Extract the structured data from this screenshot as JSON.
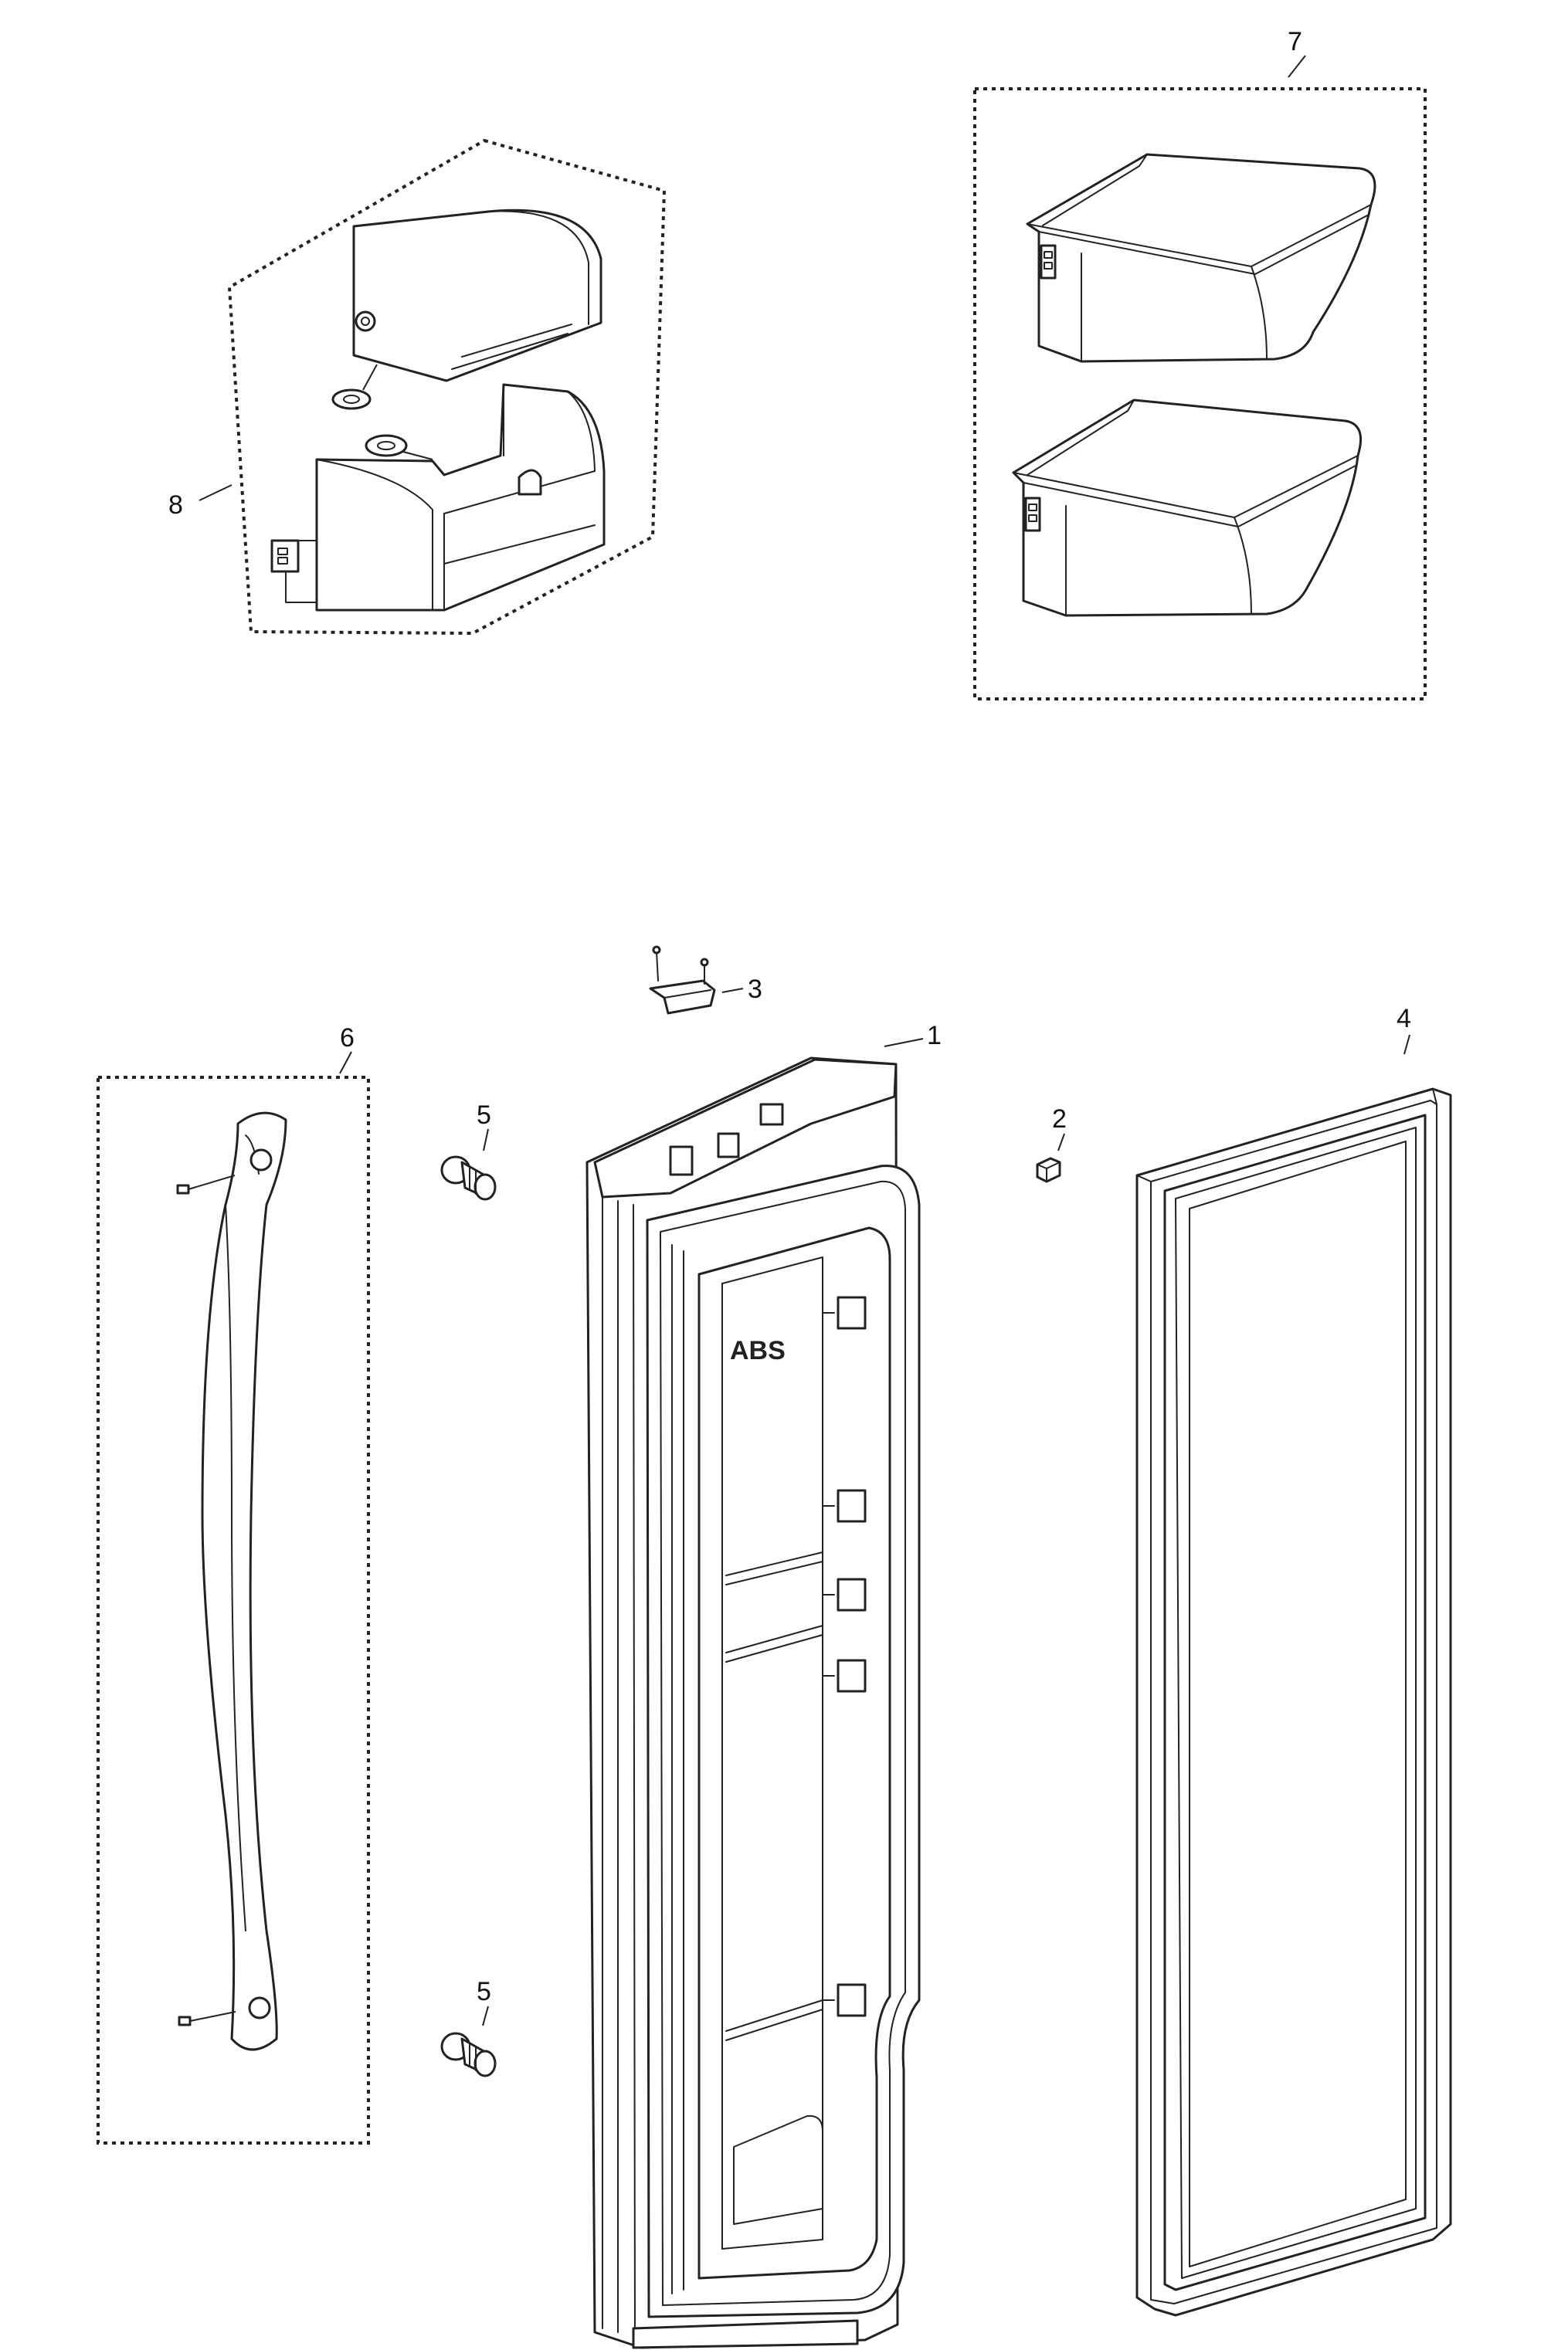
{
  "callouts": {
    "c1": "1",
    "c2": "2",
    "c3": "3",
    "c4": "4",
    "c5a": "5",
    "c5b": "5",
    "c6": "6",
    "c7": "7",
    "c8": "8"
  },
  "door_liner": {
    "embossed_text": "ABS"
  }
}
